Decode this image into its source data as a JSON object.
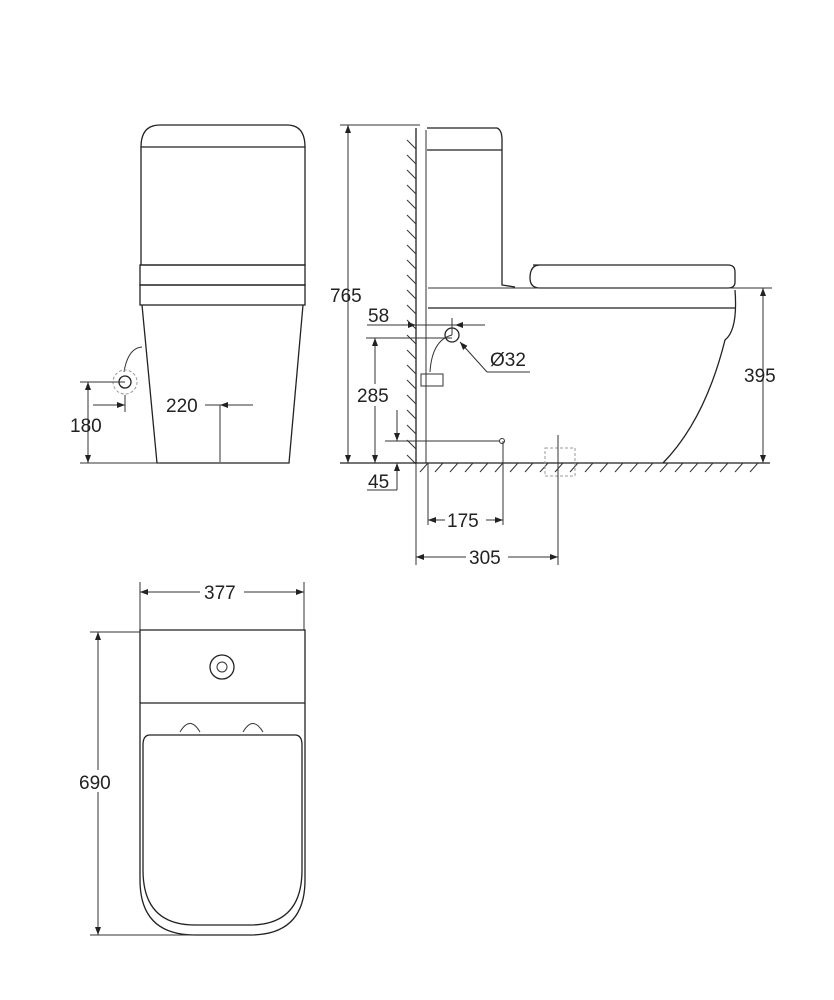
{
  "dimensions": {
    "front_valve_height": "180",
    "front_valve_offset": "220",
    "side_total_height": "765",
    "side_seat_height": "395",
    "side_valve_wall_offset": "58",
    "side_pipe_diameter": "Ø32",
    "side_valve_height": "285",
    "side_inlet_height": "45",
    "side_inlet_distance": "175",
    "side_drain_distance": "305",
    "top_width": "377",
    "top_length": "690"
  },
  "colors": {
    "line": "#222222",
    "background": "#ffffff"
  }
}
